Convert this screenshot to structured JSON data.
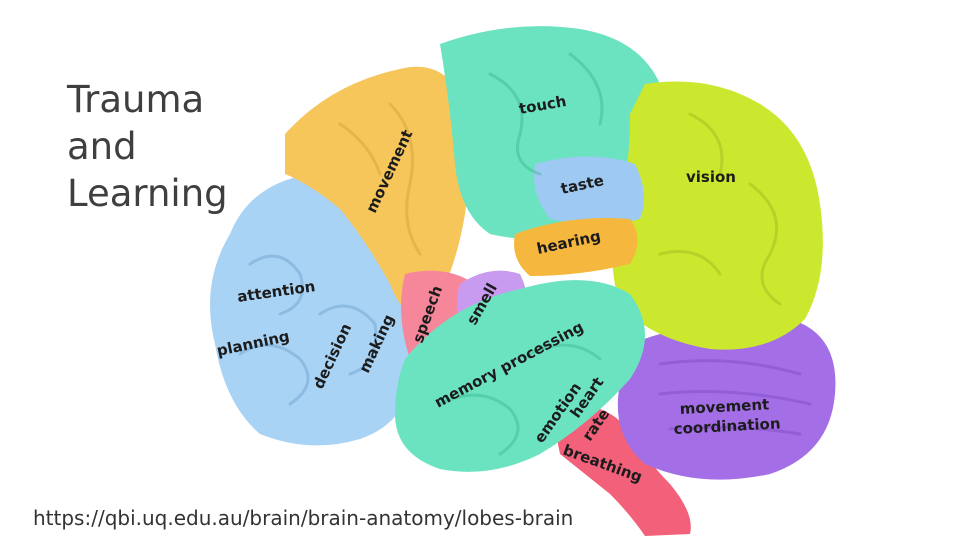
{
  "slide": {
    "title": "Trauma\nand\nLearning",
    "source_url": "https://qbi.uq.edu.au/brain/brain-anatomy/lobes-brain"
  },
  "brain_labels": {
    "touch": "touch",
    "taste": "taste",
    "vision": "vision",
    "movement": "movement",
    "hearing": "hearing",
    "attention": "attention",
    "planning": "planning",
    "decision": "decision",
    "making": "making",
    "speech": "speech",
    "smell": "smell",
    "memory_processing": "memory processing",
    "emotion": "emotion",
    "heart": "heart",
    "rate": "rate",
    "breathing": "breathing",
    "movement_2": "movement",
    "coordination": "coordination"
  },
  "colors": {
    "frontal_blue": "#a9d3f5",
    "motor_yellow": "#f6c65b",
    "parietal_teal": "#6be3c0",
    "occipital_lime": "#cce82e",
    "cerebellum_purple": "#a46ee6",
    "brainstem_pink": "#f2607a",
    "speech_pink": "#f6879a",
    "smell_violet": "#c89af0",
    "hearing_orange": "#f6b73e",
    "taste_blue": "#9dc9f2"
  }
}
